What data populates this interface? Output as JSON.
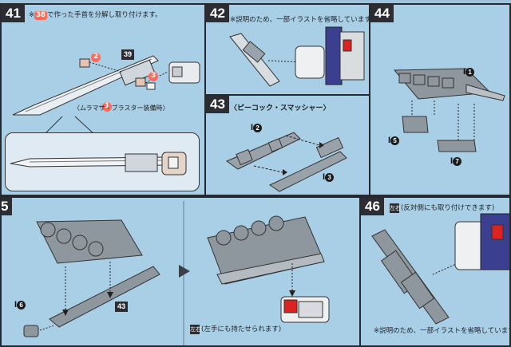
{
  "steps": {
    "s41": {
      "number": "41",
      "note_prefix": "※",
      "note_ref": "38",
      "note_text": "で作った手首を分解し取り付けます。",
      "tag": "39",
      "callout_1": "1",
      "callout_2": "2",
      "callout_3": "3",
      "caption": "〈ムラマサ・ブラスター装備時〉"
    },
    "s42": {
      "number": "42",
      "note": "※説明のため、一部イラストを省略しています。"
    },
    "s43": {
      "number": "43",
      "title": "〈ピーコック・スマッシャー〉",
      "part_a": "I",
      "part_a_num": "2",
      "part_b": "I",
      "part_b_num": "3"
    },
    "s44": {
      "number": "44",
      "part_a": "I",
      "part_a_num": "1",
      "part_b": "I",
      "part_b_num": "5",
      "part_c": "I",
      "part_c_num": "7"
    },
    "s45": {
      "number": "5",
      "part_a": "I",
      "part_a_num": "6",
      "tag": "43",
      "note": "(左手にも持たせられます)",
      "icon": "左右"
    },
    "s46": {
      "number": "46",
      "icon": "左右",
      "note_top": "(反対側にも取り付けできます)",
      "note_bottom": "※説明のため、一部イラストを省略しています。"
    }
  },
  "colors": {
    "panel_bg": "#a9cfe6",
    "badge": "#2b2d33",
    "accent_red": "#ff6a5a"
  }
}
